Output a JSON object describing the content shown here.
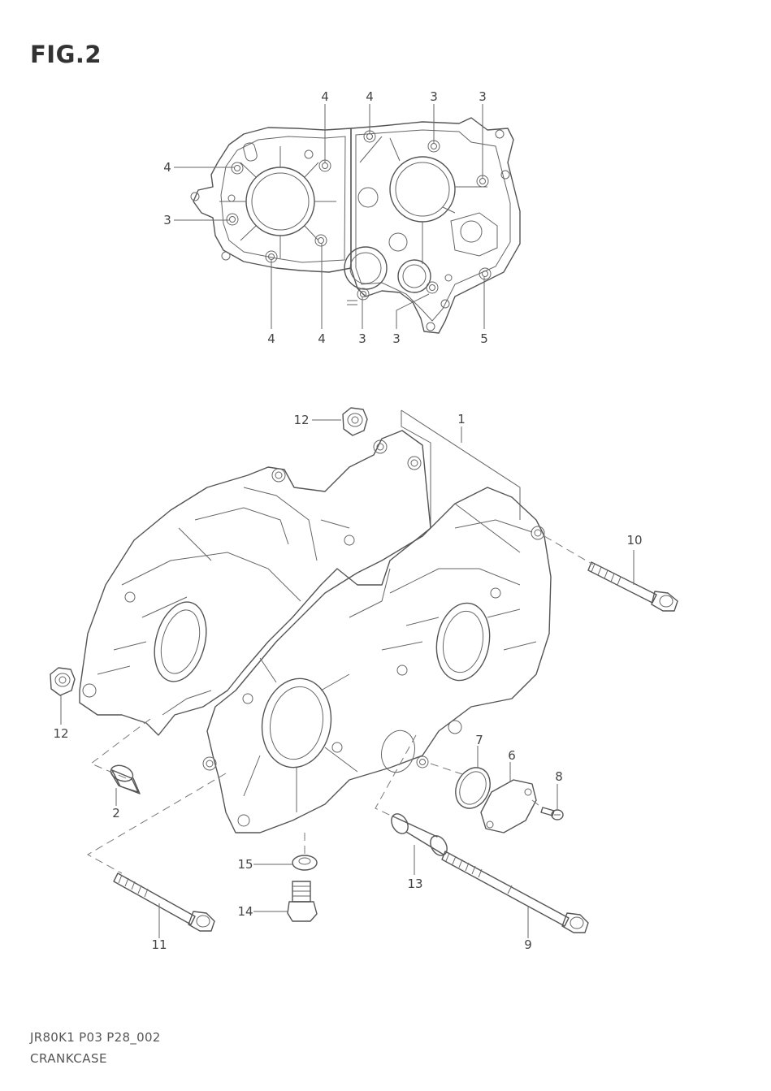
{
  "figure": {
    "title": "FIG.2",
    "drawing_code": "JR80K1 P03 P28_002",
    "drawing_name": "CRANKCASE"
  },
  "callouts": {
    "top": [
      "4",
      "4",
      "3",
      "3",
      "4",
      "3",
      "4",
      "4",
      "3",
      "3",
      "5"
    ],
    "bottom": {
      "p1": "1",
      "p2": "2",
      "p6": "6",
      "p7": "7",
      "p8": "8",
      "p9": "9",
      "p10": "10",
      "p11": "11",
      "p12a": "12",
      "p12b": "12",
      "p13": "13",
      "p14": "14",
      "p15": "15"
    }
  },
  "colors": {
    "line": "#555555",
    "background": "#ffffff"
  }
}
